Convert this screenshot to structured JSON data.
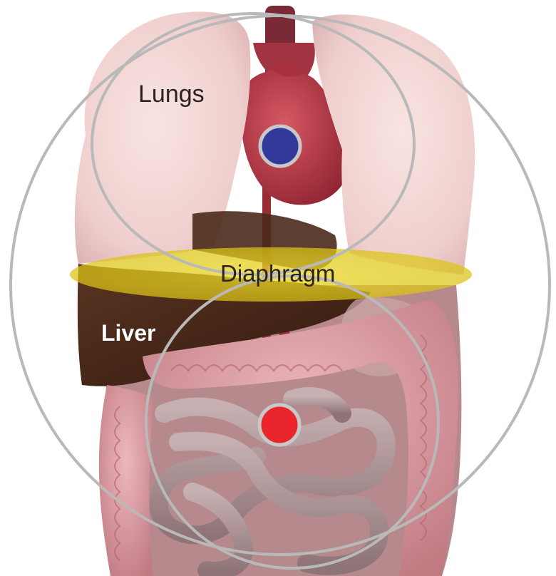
{
  "labels": {
    "lungs": "Lungs",
    "diaphragm": "Diaphragm",
    "liver": "Liver"
  },
  "colors": {
    "background": "#ffffff",
    "lung": "#f2d3d1",
    "heart": "#b83a45",
    "liver": "#4a2a1a",
    "colon": "#d99aa0",
    "small_intestine": "#a89092",
    "diaphragm_band": "#e8d21a",
    "orbit_ring": "#b9b9b9",
    "upper_marker": "#33399a",
    "lower_marker": "#e8262b",
    "marker_ring": "#c8c8c8"
  },
  "icons": {
    "upper_marker": "blue-dot",
    "lower_marker": "red-dot"
  }
}
